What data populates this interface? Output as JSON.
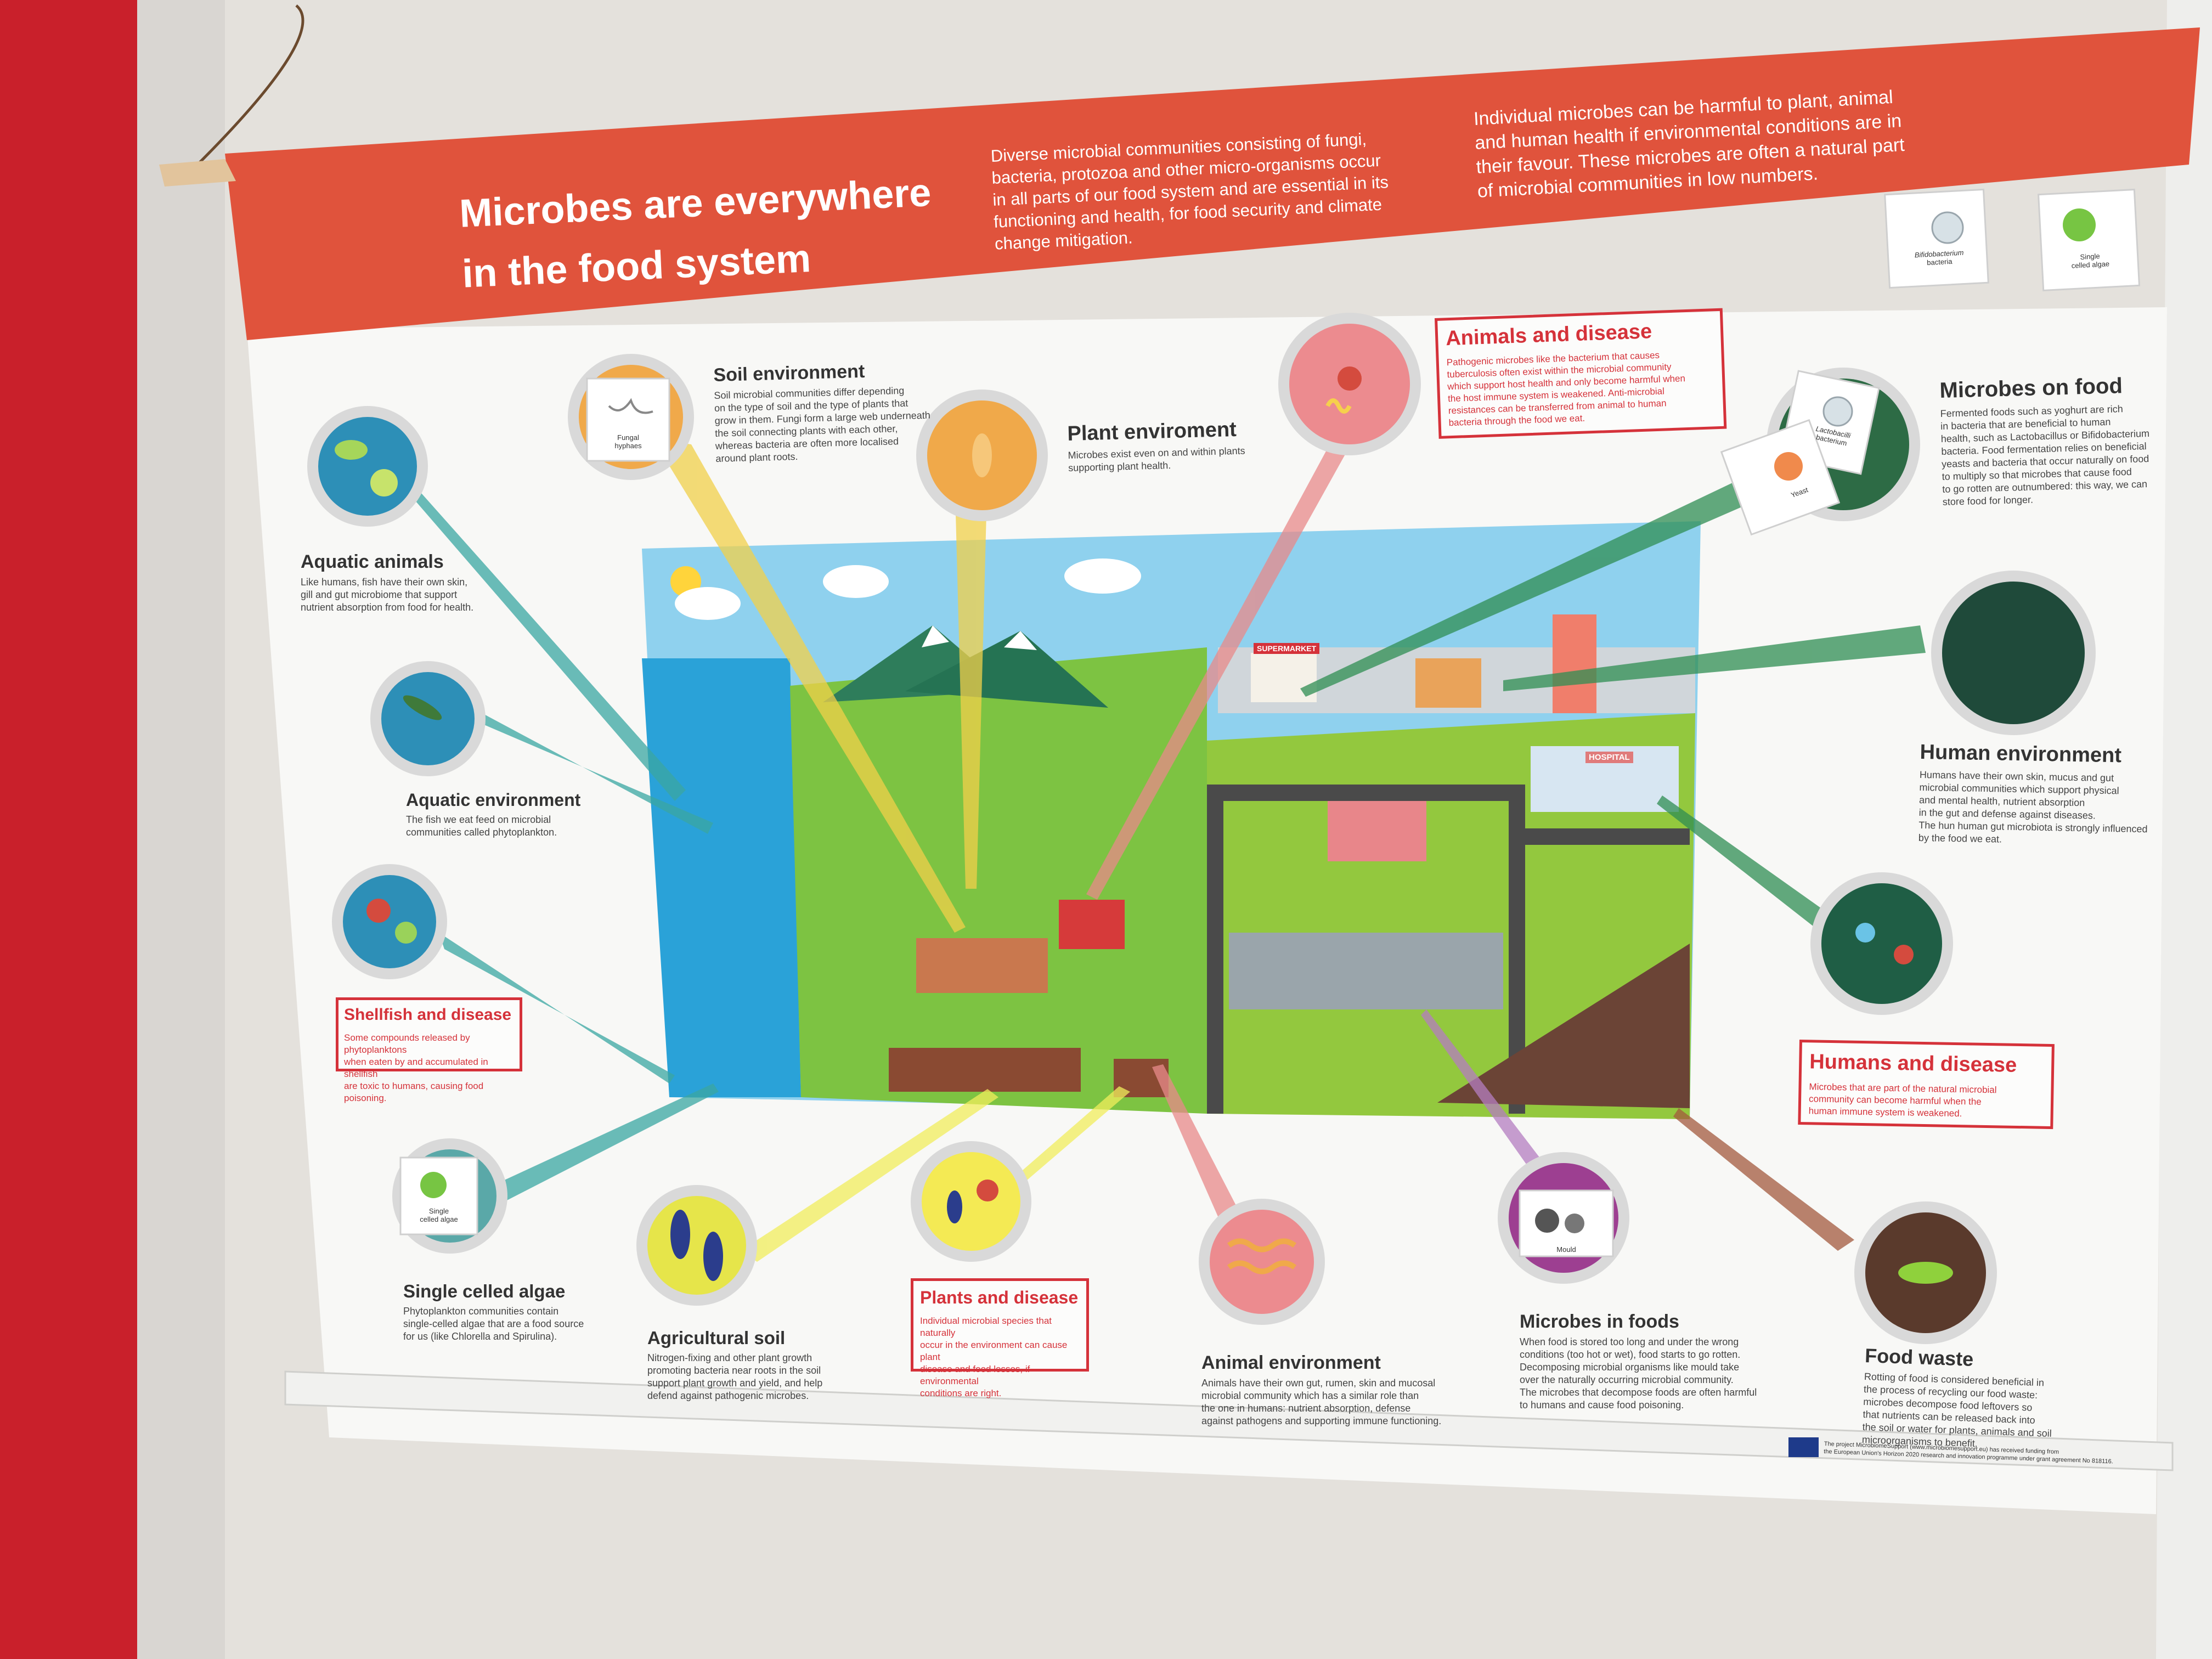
{
  "banner": {
    "title_line1": "Microbes are everywhere",
    "title_line2": "in the food system",
    "intro_lines": [
      "Diverse microbial communities consisting of fungi,",
      "bacteria, protozoa and other micro-organisms occur",
      "in all parts of our food system and are essential in its",
      "functioning and health, for food security and climate",
      "change mitigation."
    ],
    "warning_lines": [
      "Individual microbes can be harmful to plant, animal",
      "and human health if environmental conditions are in",
      "their favour. These microbes are often a natural part",
      "of microbial communities in low numbers."
    ]
  },
  "sections": {
    "aquatic_animals": {
      "title": "Aquatic animals",
      "lines": [
        "Like humans, fish have their own skin,",
        "gill and gut microbiome that support",
        "nutrient absorption from food for health."
      ]
    },
    "aquatic_environment": {
      "title": "Aquatic environment",
      "lines": [
        "The fish we eat feed on microbial",
        "communities called phytoplankton."
      ]
    },
    "shellfish_disease": {
      "title": "Shellfish and disease",
      "lines": [
        "Some compounds released by phytoplanktons",
        "when eaten by and accumulated in shellfish",
        "are toxic to humans, causing food poisoning."
      ]
    },
    "single_celled_algae": {
      "title": "Single celled algae",
      "lines": [
        "Phytoplankton communities contain",
        "single-celled algae that are a food source",
        "for us (like Chlorella and Spirulina)."
      ]
    },
    "agricultural_soil": {
      "title": "Agricultural soil",
      "lines": [
        "Nitrogen-fixing and other plant growth",
        "promoting bacteria near roots in the soil",
        "support plant growth and yield, and help",
        "defend against pathogenic microbes."
      ]
    },
    "plants_disease": {
      "title": "Plants and disease",
      "lines": [
        "Individual microbial species that naturally",
        "occur in the environment can cause plant",
        "disease and food losses, if environmental",
        "conditions are right."
      ]
    },
    "animal_environment": {
      "title": "Animal environment",
      "lines": [
        "Animals have their own gut, rumen, skin and mucosal",
        "microbial community which has a similar role than",
        "the one in humans: nutrient absorption, defense",
        "against pathogens and supporting immune functioning."
      ]
    },
    "microbes_in_foods": {
      "title": "Microbes in foods",
      "lines": [
        "When food is stored too long and under the wrong",
        "conditions (too hot or wet), food starts to go rotten.",
        "Decomposing microbial organisms like mould take",
        "over the naturally occurring microbial community.",
        "The microbes that decompose foods are often harmful",
        "to humans and cause food poisoning."
      ]
    },
    "food_waste": {
      "title": "Food waste",
      "lines": [
        "Rotting of food is considered beneficial in",
        "the process of recycling our food waste:",
        "microbes decompose food leftovers so",
        "that nutrients can be released back into",
        "the soil or water for plants, animals and soil",
        "microorganisms to benefit."
      ]
    },
    "humans_disease": {
      "title": "Humans and disease",
      "lines": [
        "Microbes that are part of the natural microbial",
        "community can become harmful when the",
        "human immune system is weakened."
      ]
    },
    "human_environment": {
      "title": "Human environment",
      "lines": [
        "Humans have their own skin, mucus and gut",
        "microbial communities which support physical",
        "and mental health, nutrient absorption",
        "in the gut and defense against diseases.",
        "The hun human gut microbiota is strongly influenced",
        "by the food we eat."
      ]
    },
    "microbes_on_food": {
      "title": "Microbes on food",
      "lines": [
        "Fermented foods such as yoghurt are rich",
        "in bacteria that are beneficial to human",
        "health, such as Lactobacillus or Bifidobacterium",
        "bacteria. Food fermentation relies on beneficial",
        "yeasts and bacteria that occur naturally on food",
        "to multiply so that microbes that cause food",
        "to go rotten are outnumbered: this way, we can",
        "store food for longer."
      ]
    },
    "animals_disease": {
      "title": "Animals and disease",
      "lines": [
        "Pathogenic microbes like the bacterium that causes",
        "tuberculosis often exist within the microbial community",
        "which support host health and only become harmful when",
        "the host immune system is weakened. Anti-microbial",
        "resistances can be transferred from animal to human",
        "bacteria through the food we eat."
      ]
    },
    "soil_environment": {
      "title": "Soil environment",
      "lines": [
        "Soil microbial communities differ depending",
        "on the type of soil and the type of plants that",
        "grow in them. Fungi form a large web underneath",
        "the soil connecting plants with each other,",
        "whereas bacteria are often more localised",
        "around plant roots."
      ]
    },
    "plant_environment": {
      "title": "Plant enviroment",
      "lines": [
        "Microbes exist even on and within plants",
        "supporting plant health."
      ]
    }
  },
  "cards": {
    "bifido": [
      "Bifidobacterium",
      "bacteria"
    ],
    "algae_top": [
      "Single",
      "celled algae"
    ],
    "lacto": [
      "Lactobacilli",
      "bacterium"
    ],
    "yeast": [
      "Yeast"
    ],
    "fungi": [
      "Fungal",
      "hyphaes"
    ],
    "algae_bottom": [
      "Single",
      "celled algae"
    ],
    "mould": [
      "Mould"
    ]
  },
  "map_labels": {
    "supermarket": "SUPERMARKET",
    "hospital": "HOSPITAL"
  },
  "footer": {
    "funding_lines": [
      "The project MicrobiomeSupport (www.microbiomesupport.eu) has received funding from",
      "the European Union's Horizon 2020 research and innovation programme under grant agreement No 818116."
    ]
  },
  "colors": {
    "banner_red": "#e0533c",
    "accent_red": "#d5323a",
    "wall_red": "#d3242f"
  }
}
